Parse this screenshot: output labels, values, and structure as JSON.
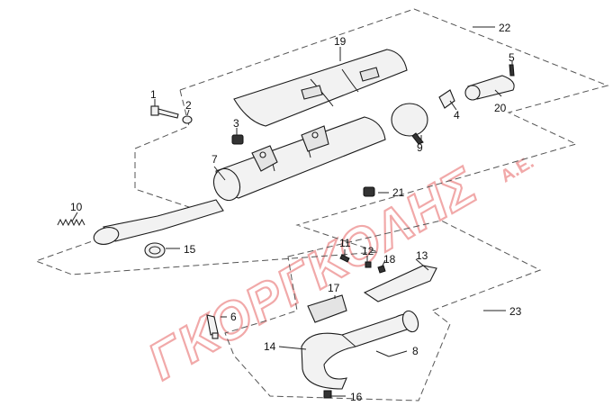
{
  "watermark": {
    "text": "ΓΚΟΡΓΚΟΛΗΣ",
    "suffix": "Α.Ε."
  },
  "callouts": {
    "c1": "1",
    "c2": "2",
    "c3": "3",
    "c4": "4",
    "c5": "5",
    "c6": "6",
    "c7": "7",
    "c8": "8",
    "c9": "9",
    "c10": "10",
    "c11": "11",
    "c12": "12",
    "c13": "13",
    "c14": "14",
    "c15": "15",
    "c16": "16",
    "c17": "17",
    "c18": "18",
    "c19": "19",
    "c20": "20",
    "c21": "21",
    "c22": "22",
    "c23": "23"
  },
  "colors": {
    "line": "#1a1a1a",
    "watermark": "#f1a9a9",
    "background": "#ffffff"
  }
}
